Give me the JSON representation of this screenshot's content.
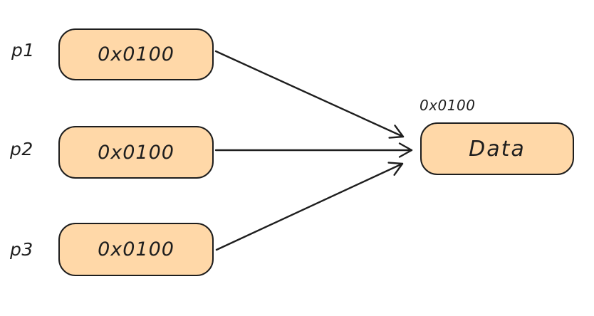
{
  "diagram": {
    "pointers": [
      {
        "label": "p1",
        "value": "0x0100"
      },
      {
        "label": "p2",
        "value": "0x0100"
      },
      {
        "label": "p3",
        "value": "0x0100"
      }
    ],
    "data_node": {
      "address_label": "0x0100",
      "value": "Data"
    },
    "edges": [
      {
        "from": "p1",
        "to": "data_node"
      },
      {
        "from": "p2",
        "to": "data_node"
      },
      {
        "from": "p3",
        "to": "data_node"
      }
    ],
    "colors": {
      "node_fill": "#ffd8a8",
      "stroke": "#1e1e1e",
      "background": "#ffffff"
    }
  }
}
